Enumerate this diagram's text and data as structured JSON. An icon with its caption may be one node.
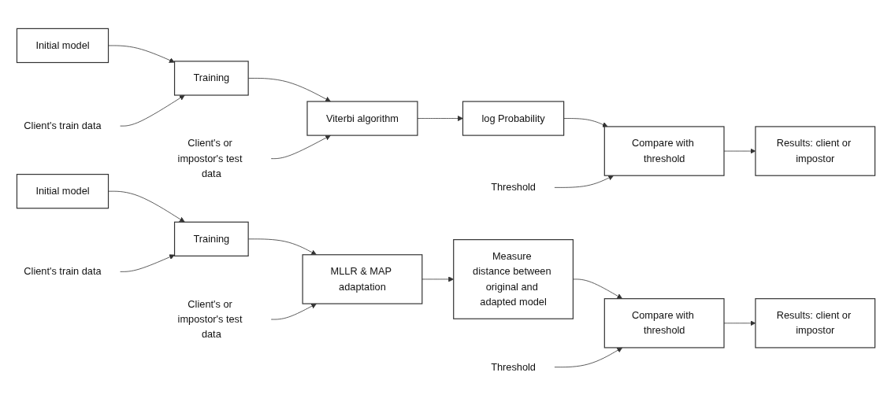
{
  "diagram": {
    "nodes": [
      {
        "text": [
          "Client's train data"
        ]
      },
      {
        "text": [
          "Client's or impostor's test data"
        ]
      },
      {
        "text": [
          "Threshold"
        ]
      },
      {
        "text": [
          "Initial model"
        ]
      },
      {
        "text": [
          "Training"
        ]
      },
      {
        "text": [
          "Viterbi algorithm"
        ]
      },
      {
        "text": [
          "log Probability"
        ]
      },
      {
        "text": [
          "Compare with threshold"
        ]
      },
      {
        "text": [
          "Results: client or impostor"
        ]
      },
      {
        "text": [
          "Initial model"
        ]
      },
      {
        "text": [
          "Training"
        ]
      },
      {
        "text": [
          "MLLR & MAP adaptation"
        ]
      },
      {
        "text": [
          "Measure distance between original and adapted model"
        ]
      },
      {
        "text": [
          "Compare with threshold"
        ]
      },
      {
        "text": [
          "Results: client or impostor"
        ]
      },
      {
        "text": [
          "Client's train data"
        ]
      },
      {
        "text": [
          "Client's or impostor's test data"
        ]
      },
      {
        "text": [
          "Threshold"
        ]
      }
    ],
    "edges": [
      {
        "from": 3,
        "to": 4,
        "arrow": "to"
      },
      {
        "from": 0,
        "to": 4,
        "arrow": "to"
      },
      {
        "from": 4,
        "to": 5,
        "arrow": "to"
      },
      {
        "from": 1,
        "to": 5,
        "arrow": "to"
      },
      {
        "from": 5,
        "to": 6,
        "arrow": "to"
      },
      {
        "from": 6,
        "to": 7,
        "arrow": "to"
      },
      {
        "from": 2,
        "to": 7,
        "arrow": "to"
      },
      {
        "from": 7,
        "to": 8,
        "arrow": "to"
      },
      {
        "from": 9,
        "to": 10,
        "arrow": "to"
      },
      {
        "from": 15,
        "to": 10,
        "arrow": "to"
      },
      {
        "from": 10,
        "to": 11,
        "arrow": "to"
      },
      {
        "from": 16,
        "to": 11,
        "arrow": "to"
      },
      {
        "from": 11,
        "to": 12,
        "arrow": "to"
      },
      {
        "from": 12,
        "to": 13,
        "arrow": "to"
      },
      {
        "from": 17,
        "to": 13,
        "arrow": "to"
      },
      {
        "from": 13,
        "to": 14,
        "arrow": "to"
      }
    ]
  }
}
